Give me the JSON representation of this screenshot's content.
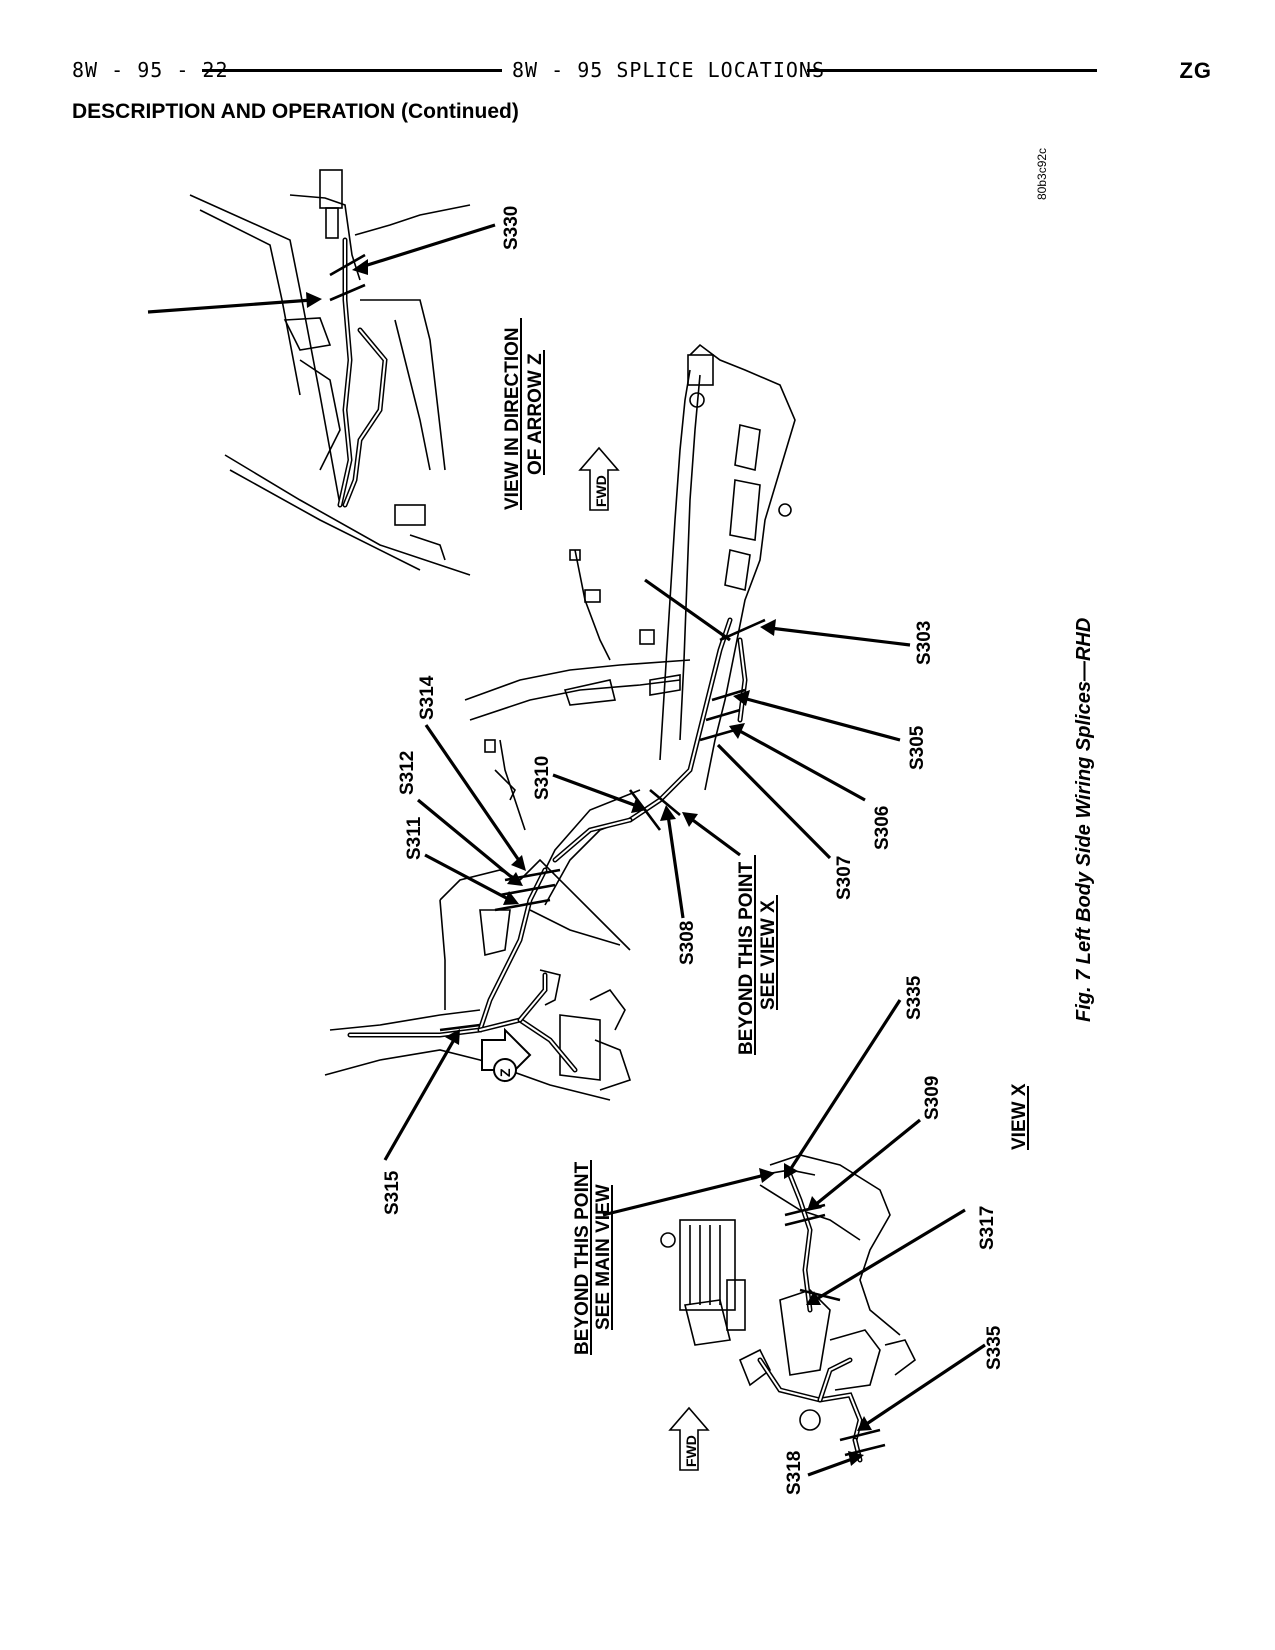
{
  "header": {
    "left": "8W - 95 - 22",
    "center": "8W - 95 SPLICE LOCATIONS",
    "right": "ZG"
  },
  "section_title": "DESCRIPTION AND OPERATION (Continued)",
  "figure": {
    "code": "80b3c92c",
    "caption": "Fig. 7 Left Body Side Wiring Splices—RHD",
    "labels": {
      "s330": "S330",
      "view_z_line1": "VIEW IN DIRECTION",
      "view_z_line2": "OF ARROW Z",
      "fwd_top": "FWD",
      "s303": "S303",
      "s305": "S305",
      "s306": "S306",
      "s307": "S307",
      "s308": "S308",
      "s310": "S310",
      "s311": "S311",
      "s312": "S312",
      "s314": "S314",
      "s315": "S315",
      "z_marker": "Z",
      "beyond_x_line1": "BEYOND THIS POINT",
      "beyond_x_line2": "SEE VIEW X",
      "s335_top": "S335",
      "s309": "S309",
      "view_x": "VIEW X",
      "s317": "S317",
      "s335_bottom": "S335",
      "s318": "S318",
      "beyond_main_line1": "BEYOND THIS POINT",
      "beyond_main_line2": "SEE MAIN VIEW",
      "fwd_bottom": "FWD"
    }
  }
}
